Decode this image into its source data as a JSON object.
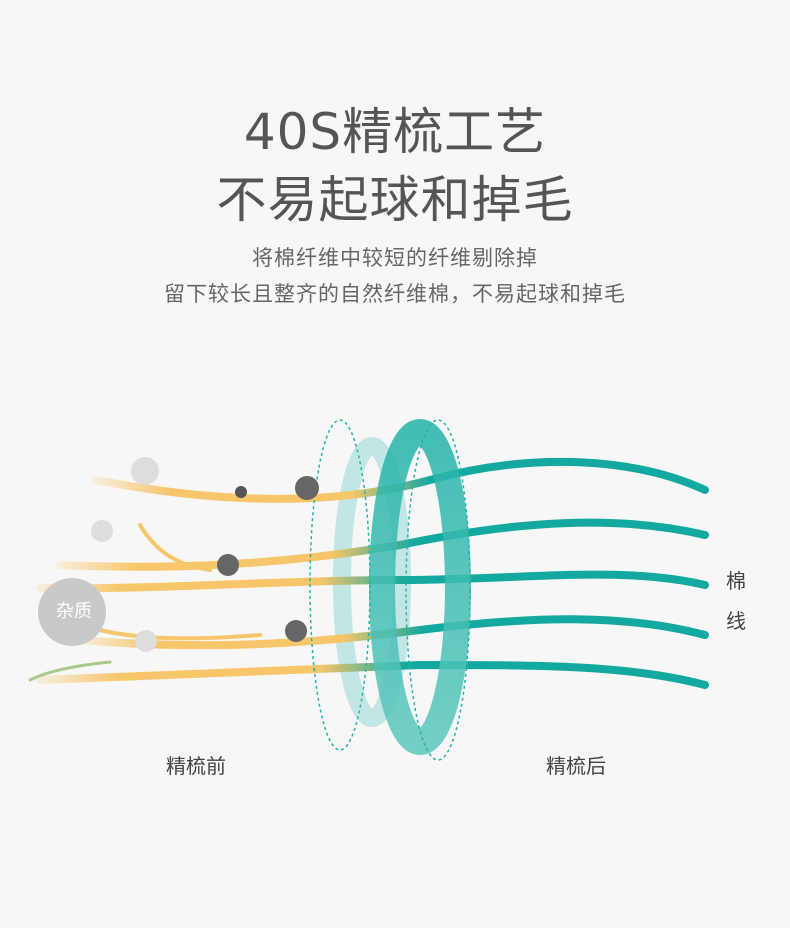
{
  "heading": {
    "line1": "40S精梳工艺",
    "line2": "不易起球和掉毛"
  },
  "description": {
    "line1": "将棉纤维中较短的纤维剔除掉",
    "line2": "留下较长且整齐的自然纤维棉，不易起球和掉毛"
  },
  "diagram": {
    "before_label": "精梳前",
    "after_label": "精梳后",
    "impurity_label": "杂质",
    "cotton_label_1": "棉",
    "cotton_label_2": "线",
    "colors": {
      "fiber_yellow": "#f7c66a",
      "fiber_teal": "#13a9a0",
      "ring_teal": "#24b3a8",
      "particle_dark": "#666666",
      "particle_light": "#dddddd"
    }
  }
}
